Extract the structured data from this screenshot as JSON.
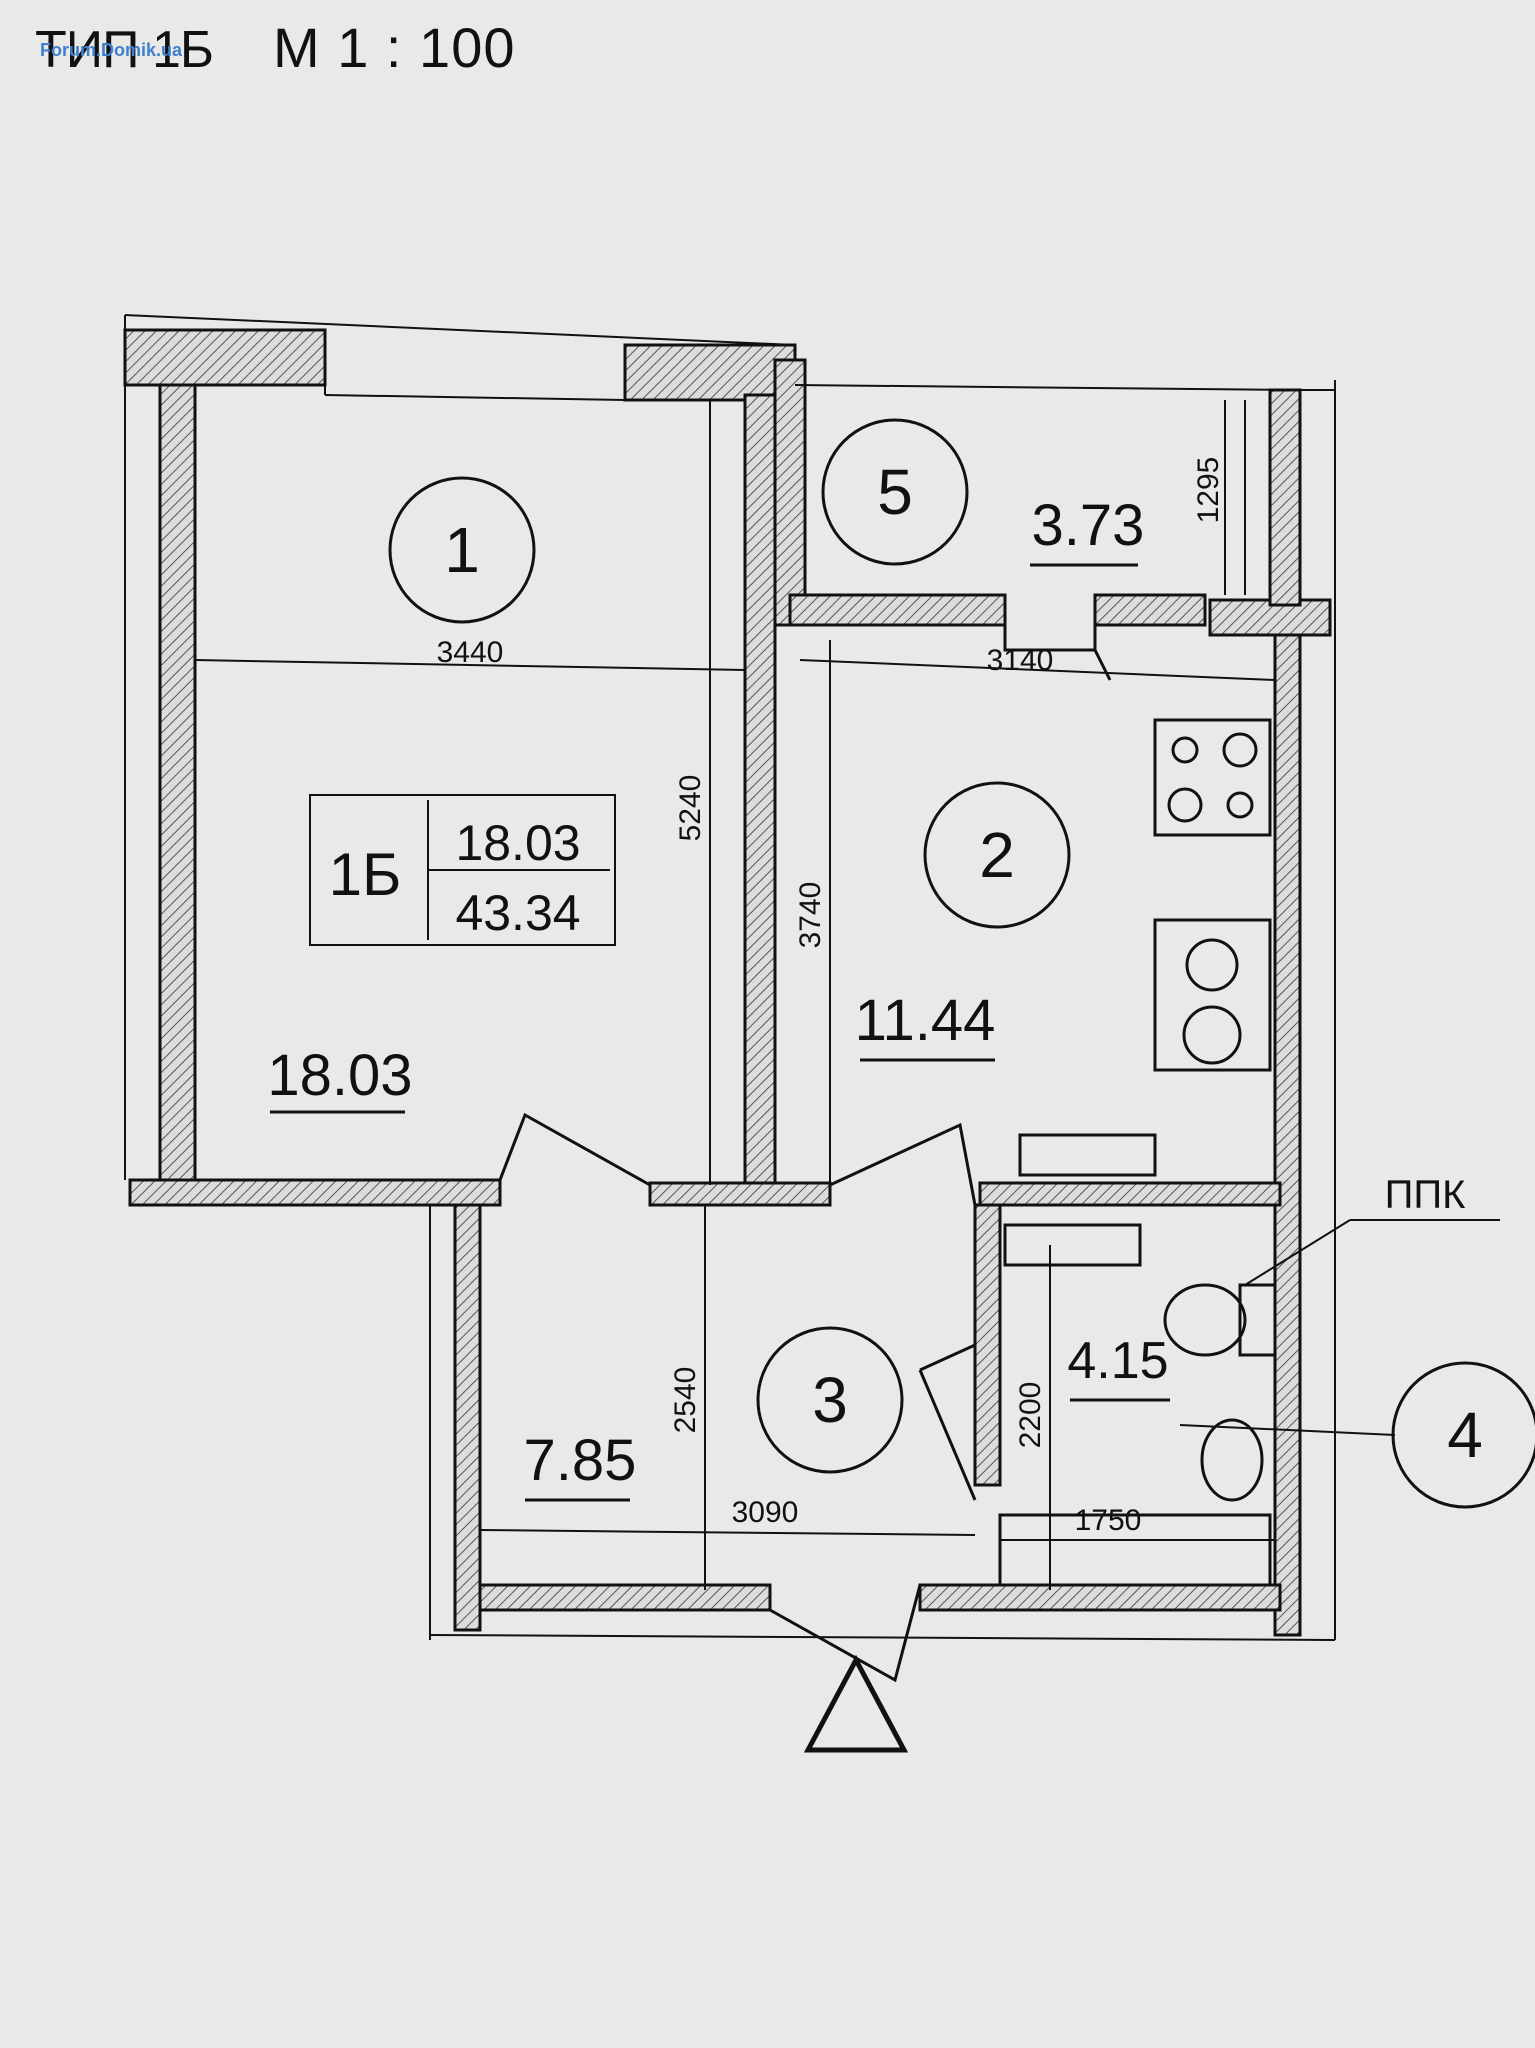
{
  "header": {
    "type_label": "ТИП 1Б",
    "scale_label": "М 1 : 100",
    "watermark": "Forum.Domik.ua"
  },
  "apartment": {
    "code": "1Б",
    "living_area": "18.03",
    "total_area": "43.34"
  },
  "rooms": [
    {
      "number": "1",
      "area": "18.03"
    },
    {
      "number": "2",
      "area": "11.44"
    },
    {
      "number": "3",
      "area": "7.85"
    },
    {
      "number": "4",
      "area": "4.15"
    },
    {
      "number": "5",
      "area": "3.73"
    }
  ],
  "dimensions": {
    "room1_width": "3440",
    "room1_length": "5240",
    "room2_width": "3140",
    "room2_length": "3740",
    "hall_width": "3090",
    "hall_length": "2540",
    "bath_length": "2200",
    "bath_width": "1750",
    "balcony_depth": "1295"
  },
  "labels": {
    "ppk": "ППК"
  },
  "colors": {
    "ink": "#111111",
    "paper": "#e9e9e7",
    "hatch": "#555555"
  }
}
